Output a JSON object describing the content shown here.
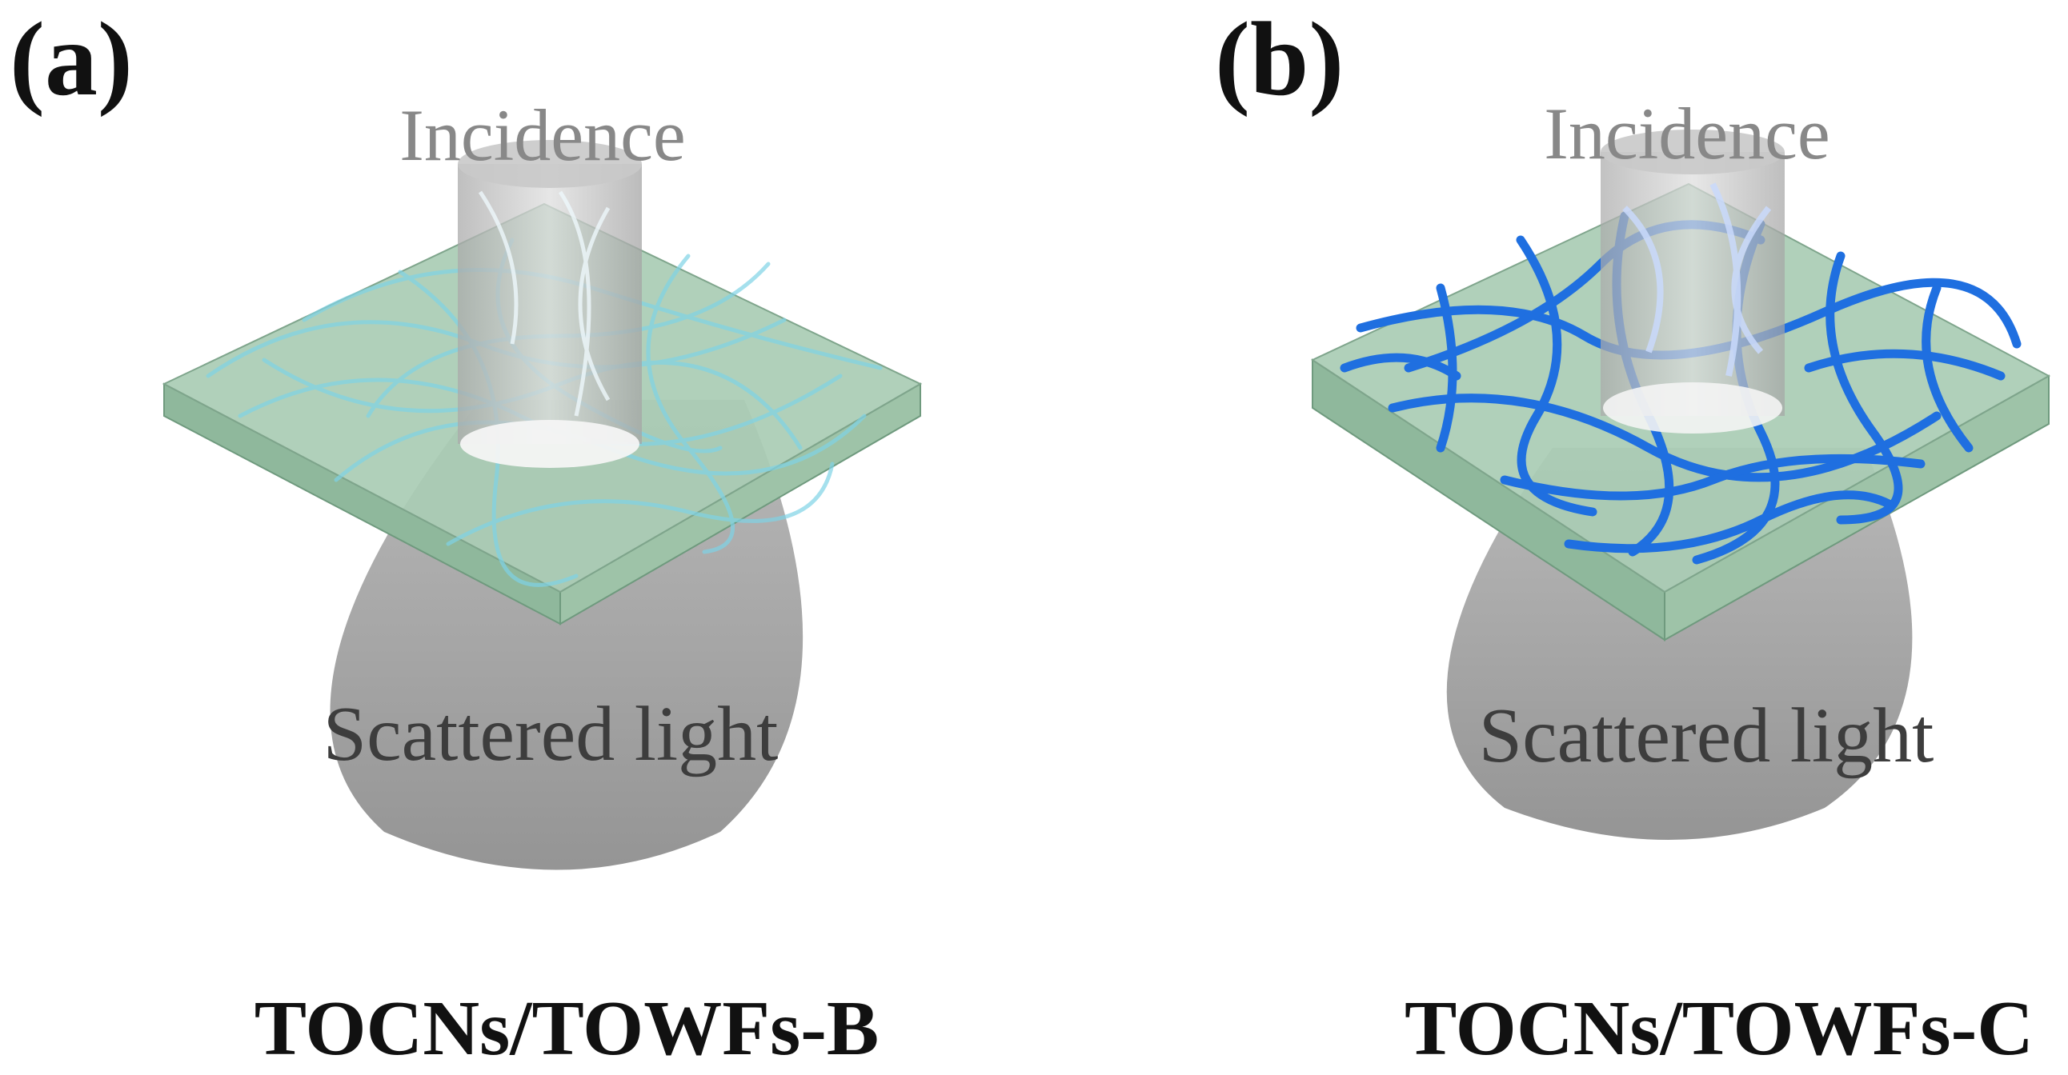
{
  "panels": [
    {
      "letter": "(a)",
      "incidence_label": "Incidence",
      "scatter_label": "Scattered light",
      "caption": "TOCNs/TOWFs-B",
      "fiber_color": "#7fd3e6"
    },
    {
      "letter": "(b)",
      "incidence_label": "Incidence",
      "scatter_label": "Scattered light",
      "caption": "TOCNs/TOWFs-C",
      "fiber_color": "#1f6fe0"
    }
  ],
  "colors": {
    "slab_top": "#a9ccb4",
    "slab_side_left": "#8fb89c",
    "slab_side_right": "#9ec3a8",
    "beam": "#bdbdbd",
    "scatter_cone": "#9a9a9a"
  }
}
